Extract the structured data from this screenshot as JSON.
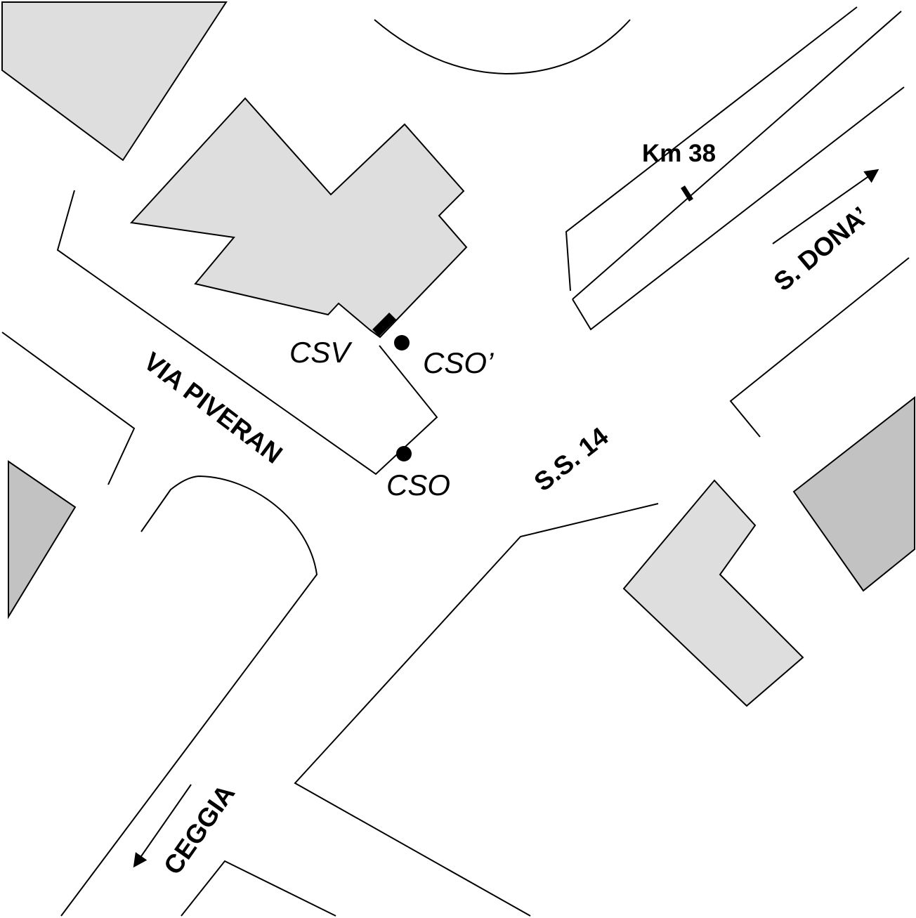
{
  "map": {
    "roads": {
      "via_piveran": "VIA PIVERAN",
      "ss14": "S.S. 14",
      "ceggia": "CEGGIA",
      "s_dona": "S. DONA’"
    },
    "points": {
      "csv": "CSV",
      "cso_prime": "CSO’",
      "cso": "CSO"
    },
    "km_marker": "Km 38",
    "colors": {
      "building_light": "#dedede",
      "building_dark": "#c2c2c2",
      "line": "#000000",
      "background": "#ffffff"
    }
  }
}
